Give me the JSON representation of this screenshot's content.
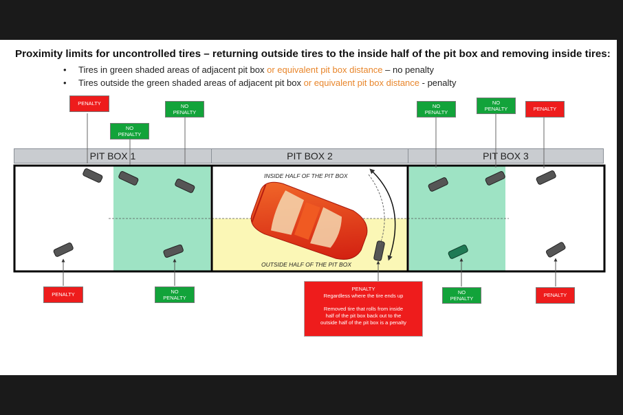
{
  "title": "Proximity limits for uncontrolled tires – returning outside tires to the inside half of the pit box and removing inside tires:",
  "bullets": [
    {
      "prefix": "Tires in green shaded areas of adjacent pit box ",
      "highlight": "or equivalent pit box distance",
      "suffix": " – no penalty"
    },
    {
      "prefix": "Tires outside the green shaded areas of adjacent pit box ",
      "highlight": "or equivalent pit box distance",
      "suffix": " - penalty"
    }
  ],
  "pit_boxes": [
    "PIT BOX 1",
    "PIT BOX 2",
    "PIT BOX 3"
  ],
  "inside_label": "INSIDE HALF OF THE PIT BOX",
  "outside_label": "OUTSIDE HALF OF THE PIT BOX",
  "tags": {
    "penalty": "PENALTY",
    "no_penalty_1": "NO",
    "no_penalty_2": "PENALTY"
  },
  "note": {
    "line1": "PENALTY",
    "line2": "Regardless where the tire ends up",
    "line3": "Removed tire that rolls from inside",
    "line4": "half of the pit box back out to the",
    "line5": "outside half of the pit box is a penalty"
  },
  "colors": {
    "penalty_red": "#ee1c1c",
    "no_penalty_green": "#12a33a",
    "green_zone": "#9ee3c4",
    "yellow_zone": "#fbf7b6",
    "car": "#e8321a"
  }
}
